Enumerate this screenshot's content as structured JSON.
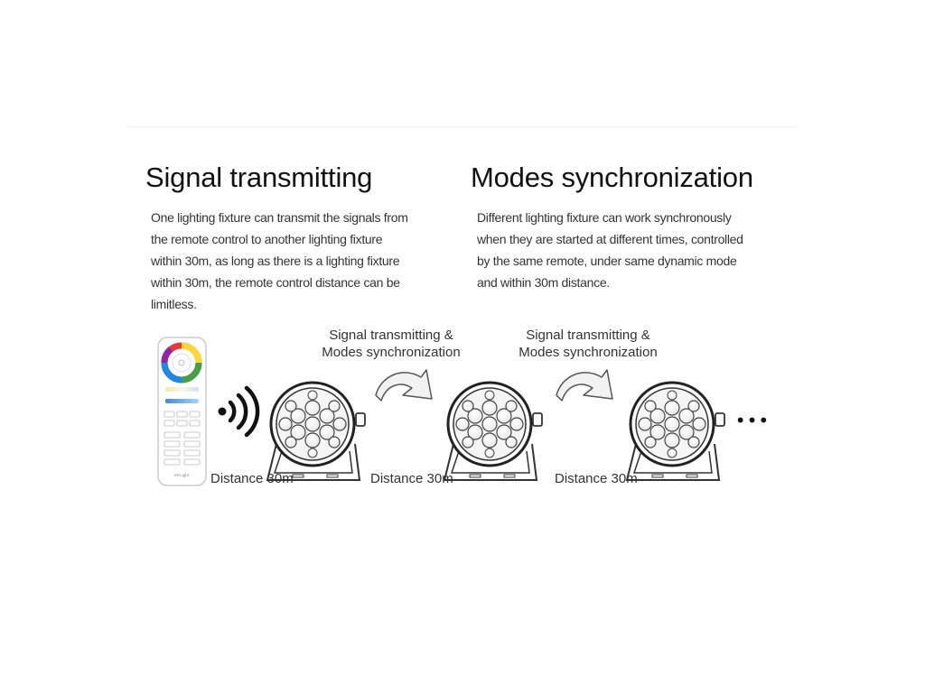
{
  "sections": {
    "signal": {
      "title": "Signal transmitting",
      "lines": [
        "One lighting fixture can transmit the signals from",
        "the remote control to another lighting fixture",
        "within 30m, as long as there is a lighting fixture",
        "within 30m, the remote control distance can be",
        "limitless."
      ]
    },
    "modes": {
      "title": "Modes synchronization",
      "lines": [
        "Different lighting fixture can work synchronously",
        "when they are started at different times, controlled",
        "by the same remote, under same dynamic mode",
        "and within 30m distance."
      ]
    }
  },
  "flow": {
    "captions": [
      {
        "line1": "Signal transmitting &",
        "line2": "Modes synchronization"
      },
      {
        "line1": "Signal transmitting &",
        "line2": "Modes synchronization"
      }
    ],
    "distances": [
      "Distance 30m",
      "Distance 30m",
      "Distance 30m"
    ],
    "ellipsis": "•••"
  },
  "remote": {
    "brand": "Mi·Light"
  },
  "colors": {
    "text": "#1a1a1a",
    "line_art": "#333333",
    "arrow_fill": "#f0f0f0"
  }
}
